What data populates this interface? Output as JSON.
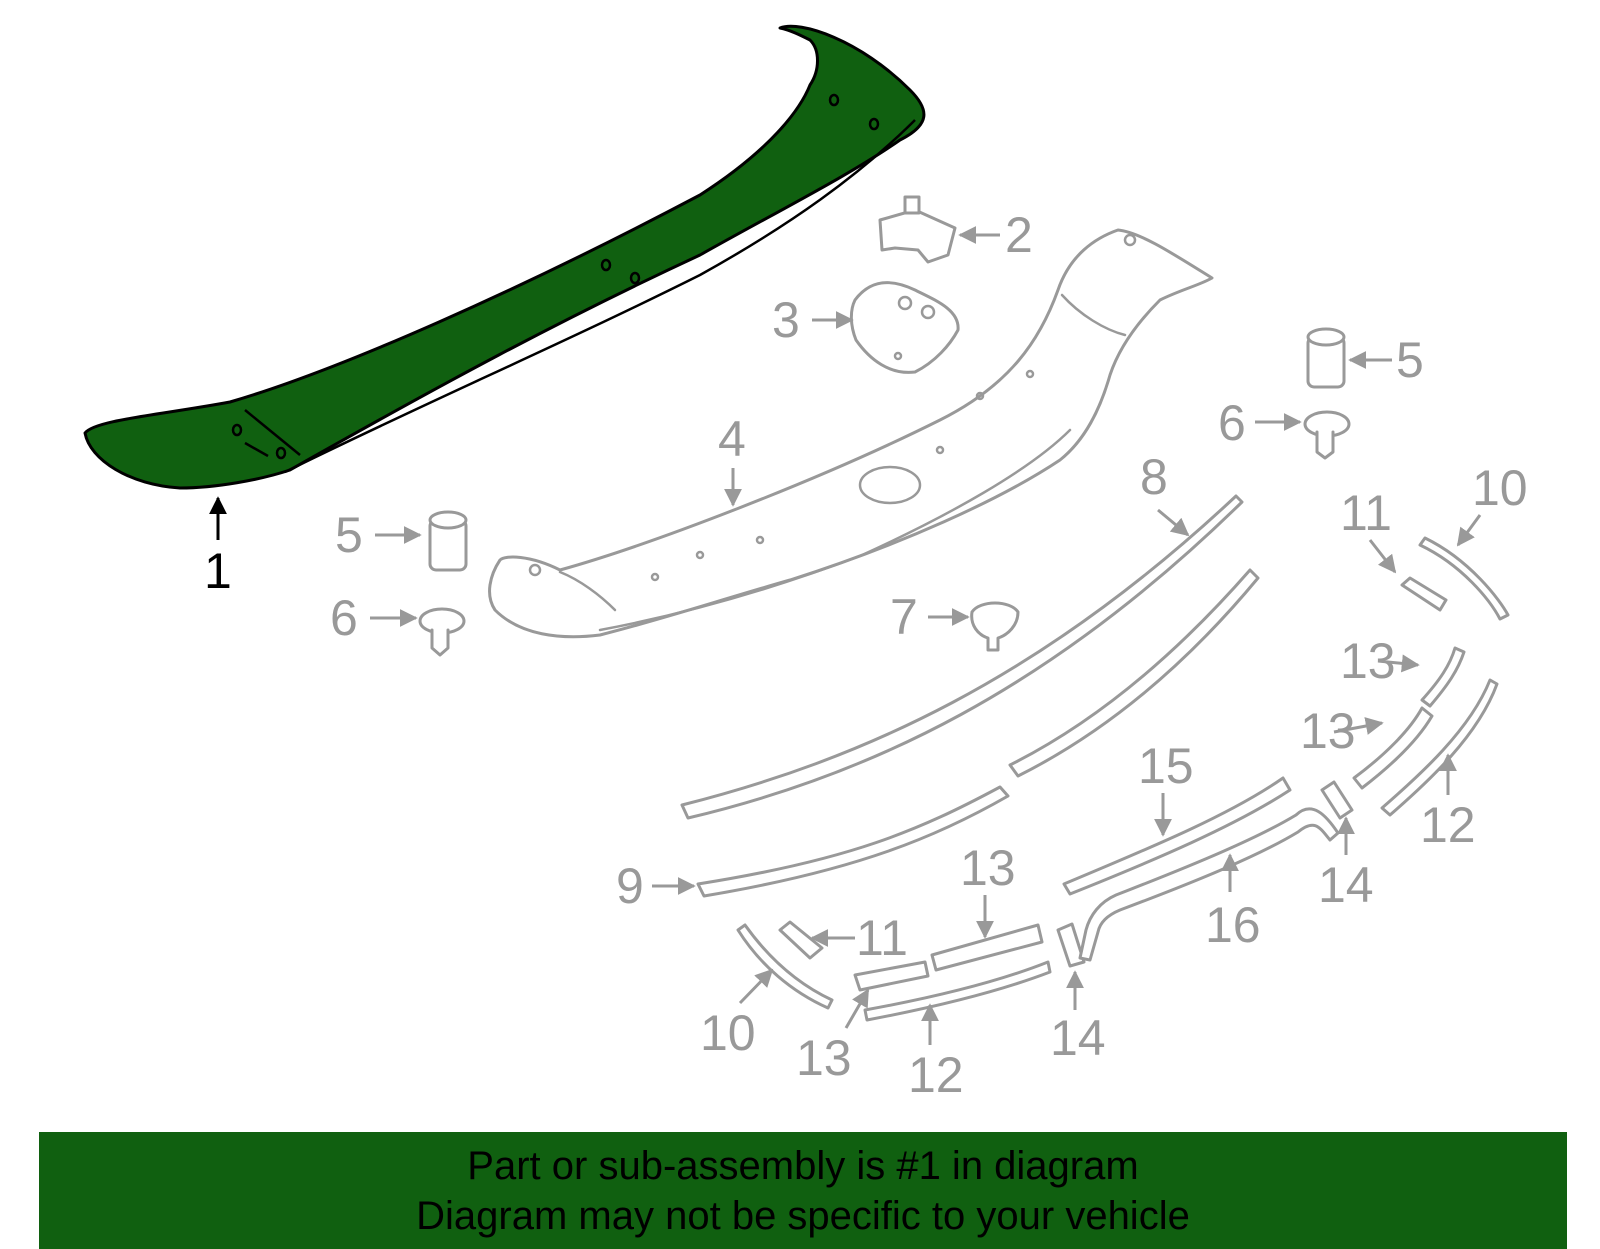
{
  "highlight_color": "#106010",
  "part_color": "#999999",
  "highlighted_part": "1",
  "callouts": {
    "c1": "1",
    "c2": "2",
    "c3": "3",
    "c4": "4",
    "c5a": "5",
    "c5b": "5",
    "c6a": "6",
    "c6b": "6",
    "c7": "7",
    "c8": "8",
    "c9": "9",
    "c10a": "10",
    "c10b": "10",
    "c11a": "11",
    "c11b": "11",
    "c12a": "12",
    "c12b": "12",
    "c13a": "13",
    "c13b": "13",
    "c13c": "13",
    "c13d": "13",
    "c14a": "14",
    "c14b": "14",
    "c15": "15",
    "c16": "16"
  },
  "banner": {
    "line1": "Part or sub-assembly is #1 in diagram",
    "line2": "Diagram may not be specific to your vehicle"
  }
}
